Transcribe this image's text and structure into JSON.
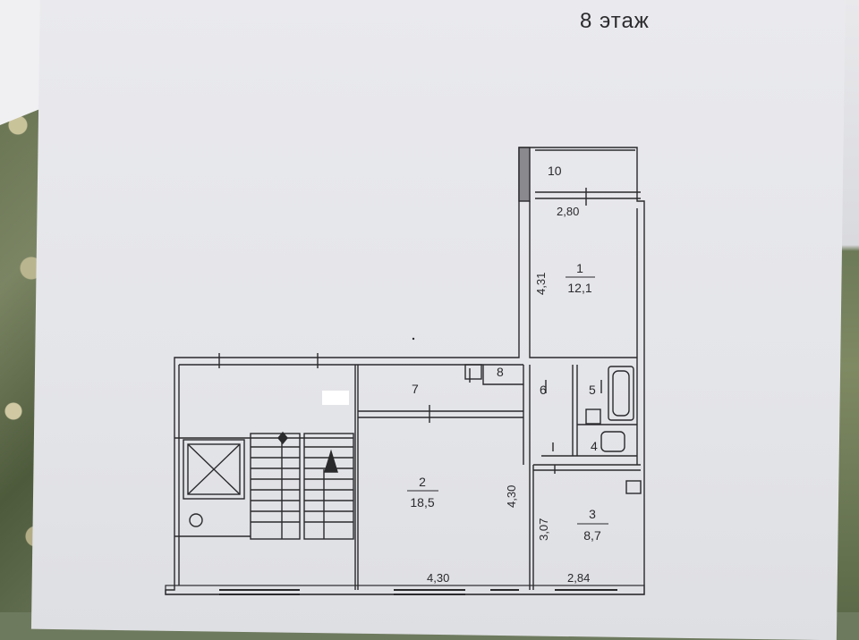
{
  "header": {
    "floor_label": "8 этаж"
  },
  "rooms": [
    {
      "num": "10",
      "area": ""
    },
    {
      "num": "1",
      "area": "12,1"
    },
    {
      "num": "2",
      "area": "18,5"
    },
    {
      "num": "3",
      "area": "8,7"
    },
    {
      "num": "4",
      "area": ""
    },
    {
      "num": "5",
      "area": ""
    },
    {
      "num": "6",
      "area": ""
    },
    {
      "num": "7",
      "area": ""
    },
    {
      "num": "8",
      "area": ""
    }
  ],
  "dimensions": {
    "balcony_width": "2,80",
    "room1_length": "4,31",
    "room2_length": "4,30",
    "room2_width": "4,30",
    "room3_length": "3,07",
    "room3_width": "2,84"
  },
  "colors": {
    "paper": "#e6e7eb",
    "lines": "#2a2a2d",
    "background": "#6e7a5e"
  }
}
